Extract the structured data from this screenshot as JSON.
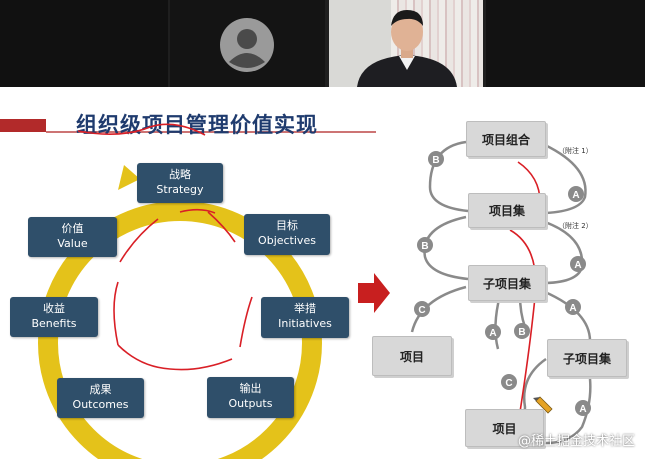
{
  "slide": {
    "title": "组织级项目管理价值实现",
    "cycle": [
      {
        "id": "strategy",
        "cn": "战略",
        "en": "Strategy"
      },
      {
        "id": "objectives",
        "cn": "目标",
        "en": "Objectives"
      },
      {
        "id": "initiatives",
        "cn": "举措",
        "en": "Initiatives"
      },
      {
        "id": "outputs",
        "cn": "输出",
        "en": "Outputs"
      },
      {
        "id": "outcomes",
        "cn": "成果",
        "en": "Outcomes"
      },
      {
        "id": "benefits",
        "cn": "收益",
        "en": "Benefits"
      },
      {
        "id": "value",
        "cn": "价值",
        "en": "Value"
      }
    ],
    "hierarchy": {
      "portfolio": "项目组合",
      "program": "项目集",
      "subprogram": "子项目集",
      "project_left": "项目",
      "subprogram_right": "子项目集",
      "project_bottom": "项目",
      "note1": "（附注 1）",
      "note2": "（附注 2）",
      "badge_a": "A",
      "badge_b": "B",
      "badge_c": "C"
    }
  },
  "watermark": "@稀土掘金技术社区",
  "colors": {
    "title": "#1f3b6e",
    "accent": "#b22a2a",
    "box": "#2f4f6a",
    "ring": "#e4c21a",
    "arrow": "#c81f1f"
  }
}
